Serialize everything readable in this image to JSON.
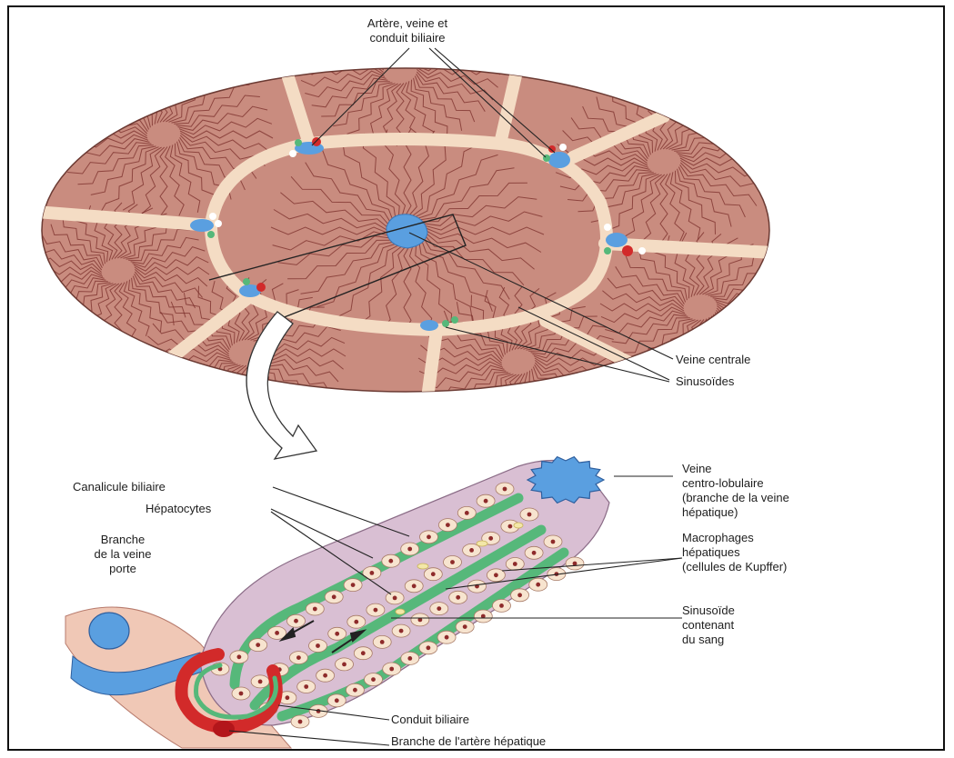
{
  "top_labels": {
    "portal_triad_line1": "Artère, veine et",
    "portal_triad_line2": "conduit biliaire",
    "central_vein": "Veine centrale",
    "sinusoids": "Sinusoïdes"
  },
  "bottom_labels": {
    "bile_canaliculus": "Canalicule biliaire",
    "hepatocytes": "Hépatocytes",
    "portal_vein_line1": "Branche",
    "portal_vein_line2": "de la veine",
    "portal_vein_line3": "porte",
    "centrolobular_line1": "Veine",
    "centrolobular_line2": "centro-lobulaire",
    "centrolobular_line3": "(branche de la veine",
    "centrolobular_line4": "hépatique)",
    "macrophages_line1": "Macrophages",
    "macrophages_line2": "hépatiques",
    "macrophages_line3": "(cellules de Kupffer)",
    "sinusoid_line1": "Sinusoïde",
    "sinusoid_line2": "contenant",
    "sinusoid_line3": "du sang",
    "bile_duct": "Conduit biliaire",
    "hepatic_artery": "Branche de l'artère hépatique"
  },
  "colors": {
    "parenchyma": "#c98c7f",
    "cord_stroke": "#7a2e2a",
    "septum": "#f4dcc4",
    "vein_blue": "#5a9fe0",
    "artery_red": "#d22a2a",
    "bile_green": "#56b87a",
    "lobule_purple": "#d9bfd3",
    "hepatocyte": "#f7e4cf",
    "nucleus": "#8e2b2b"
  }
}
